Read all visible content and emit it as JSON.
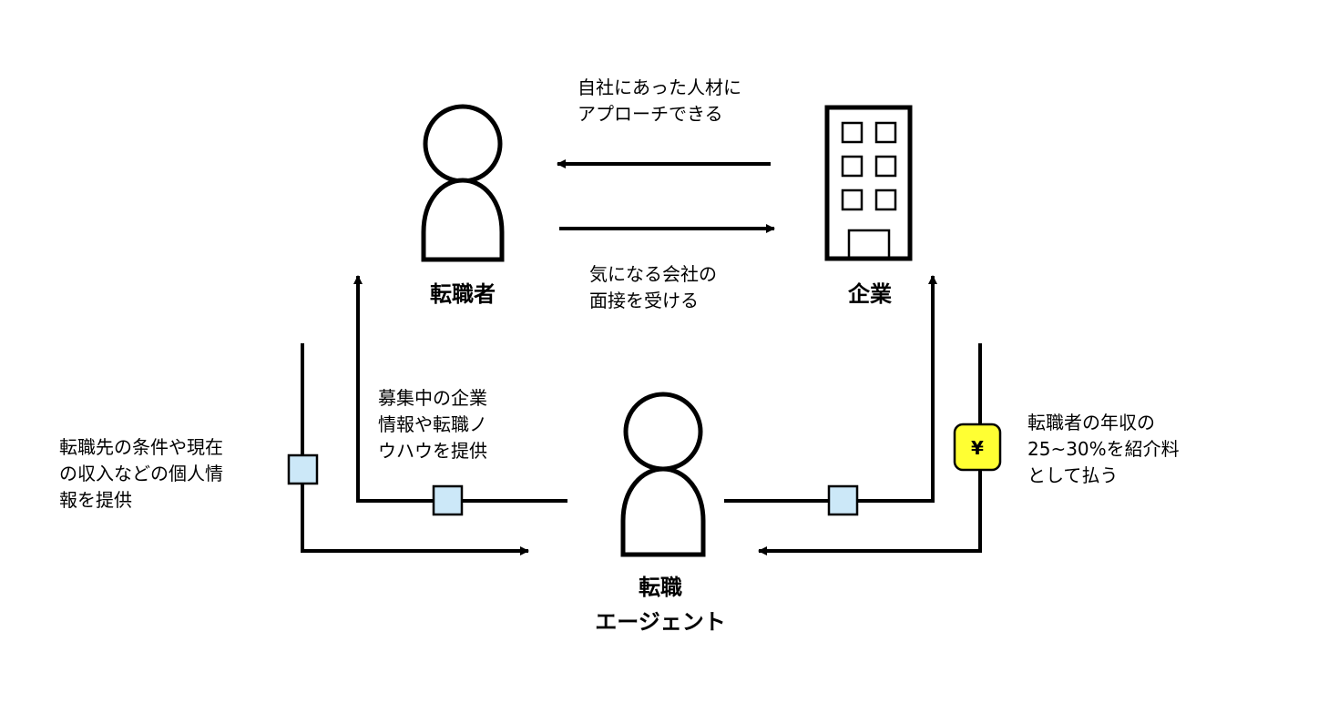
{
  "actors": {
    "job_seeker": {
      "name": "転職者"
    },
    "company": {
      "name": "企業"
    },
    "agent": {
      "name_line1": "転職",
      "name_line2": "エージェント"
    }
  },
  "flows": {
    "company_to_seeker": "自社にあった人材に\nアプローチできる",
    "seeker_to_company": "気になる会社の\n面接を受ける",
    "agent_to_seeker": "募集中の企業\n情報や転職ノ\nウハウを提供",
    "seeker_to_agent": "転職先の条件や現在\nの収入などの個人情\n報を提供",
    "company_to_agent": "転職者の年収の\n25~30%を紹介料\nとして払う"
  },
  "icons": {
    "info": "info-square-icon",
    "money": "yen-icon",
    "money_symbol": "¥"
  },
  "colors": {
    "info_fill": "#cce8f8",
    "money_fill": "#ffff33",
    "stroke": "#000000"
  }
}
